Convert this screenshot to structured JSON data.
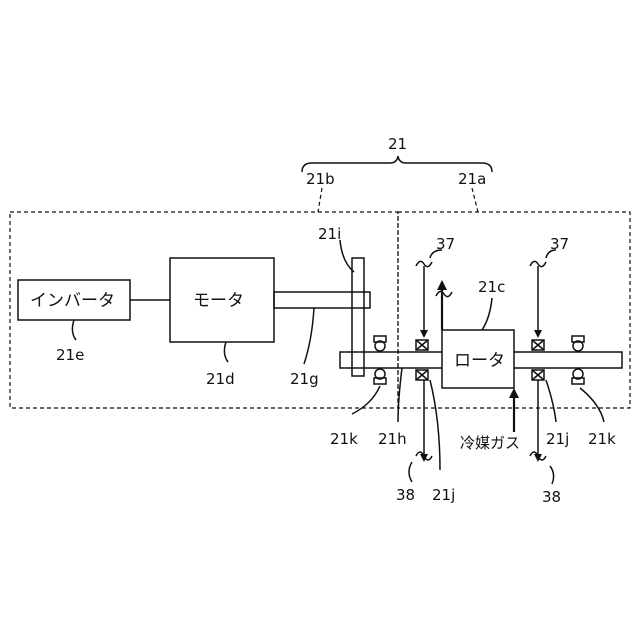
{
  "labels": {
    "system": "21",
    "comp_21b": "21b",
    "comp_21a": "21a",
    "gear": "21i",
    "inverter_ref": "21e",
    "motor_ref": "21d",
    "shaft_ref": "21g",
    "rotor_ref": "21c",
    "bearing_left_ref": "21k",
    "shaft_h_ref": "21h",
    "bearing_right_ref": "21j",
    "bearing_far_right_ref": "21k",
    "flow_in_left": "37",
    "flow_in_right": "37",
    "flow_out_left": "38",
    "flow_out_right": "38",
    "bearing_lower_ref": "21j"
  },
  "boxes": {
    "inverter": "インバータ",
    "motor": "モータ",
    "rotor": "ロータ"
  },
  "annotations": {
    "refrigerant_gas": "冷媒ガス"
  }
}
